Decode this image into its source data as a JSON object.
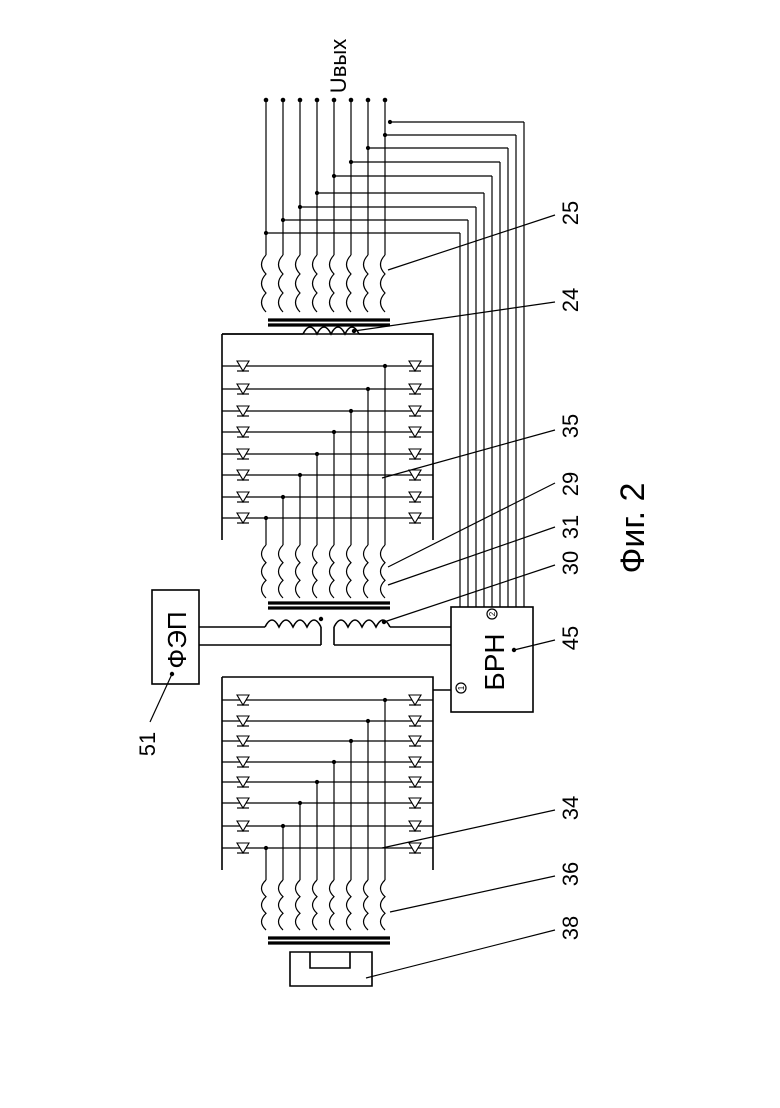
{
  "figure": {
    "caption": "Фиг. 2"
  },
  "blocks": {
    "photo_converter": "ФЭП",
    "control_unit": "БРН",
    "control_unit_port_1": "1",
    "control_unit_port_2": "2",
    "output_label": "Uвых"
  },
  "callouts": {
    "c25": "25",
    "c24": "24",
    "c35": "35",
    "c29": "29",
    "c31": "31",
    "c30": "30",
    "c45": "45",
    "c51": "51",
    "c34": "34",
    "c36": "36",
    "c38": "38"
  }
}
